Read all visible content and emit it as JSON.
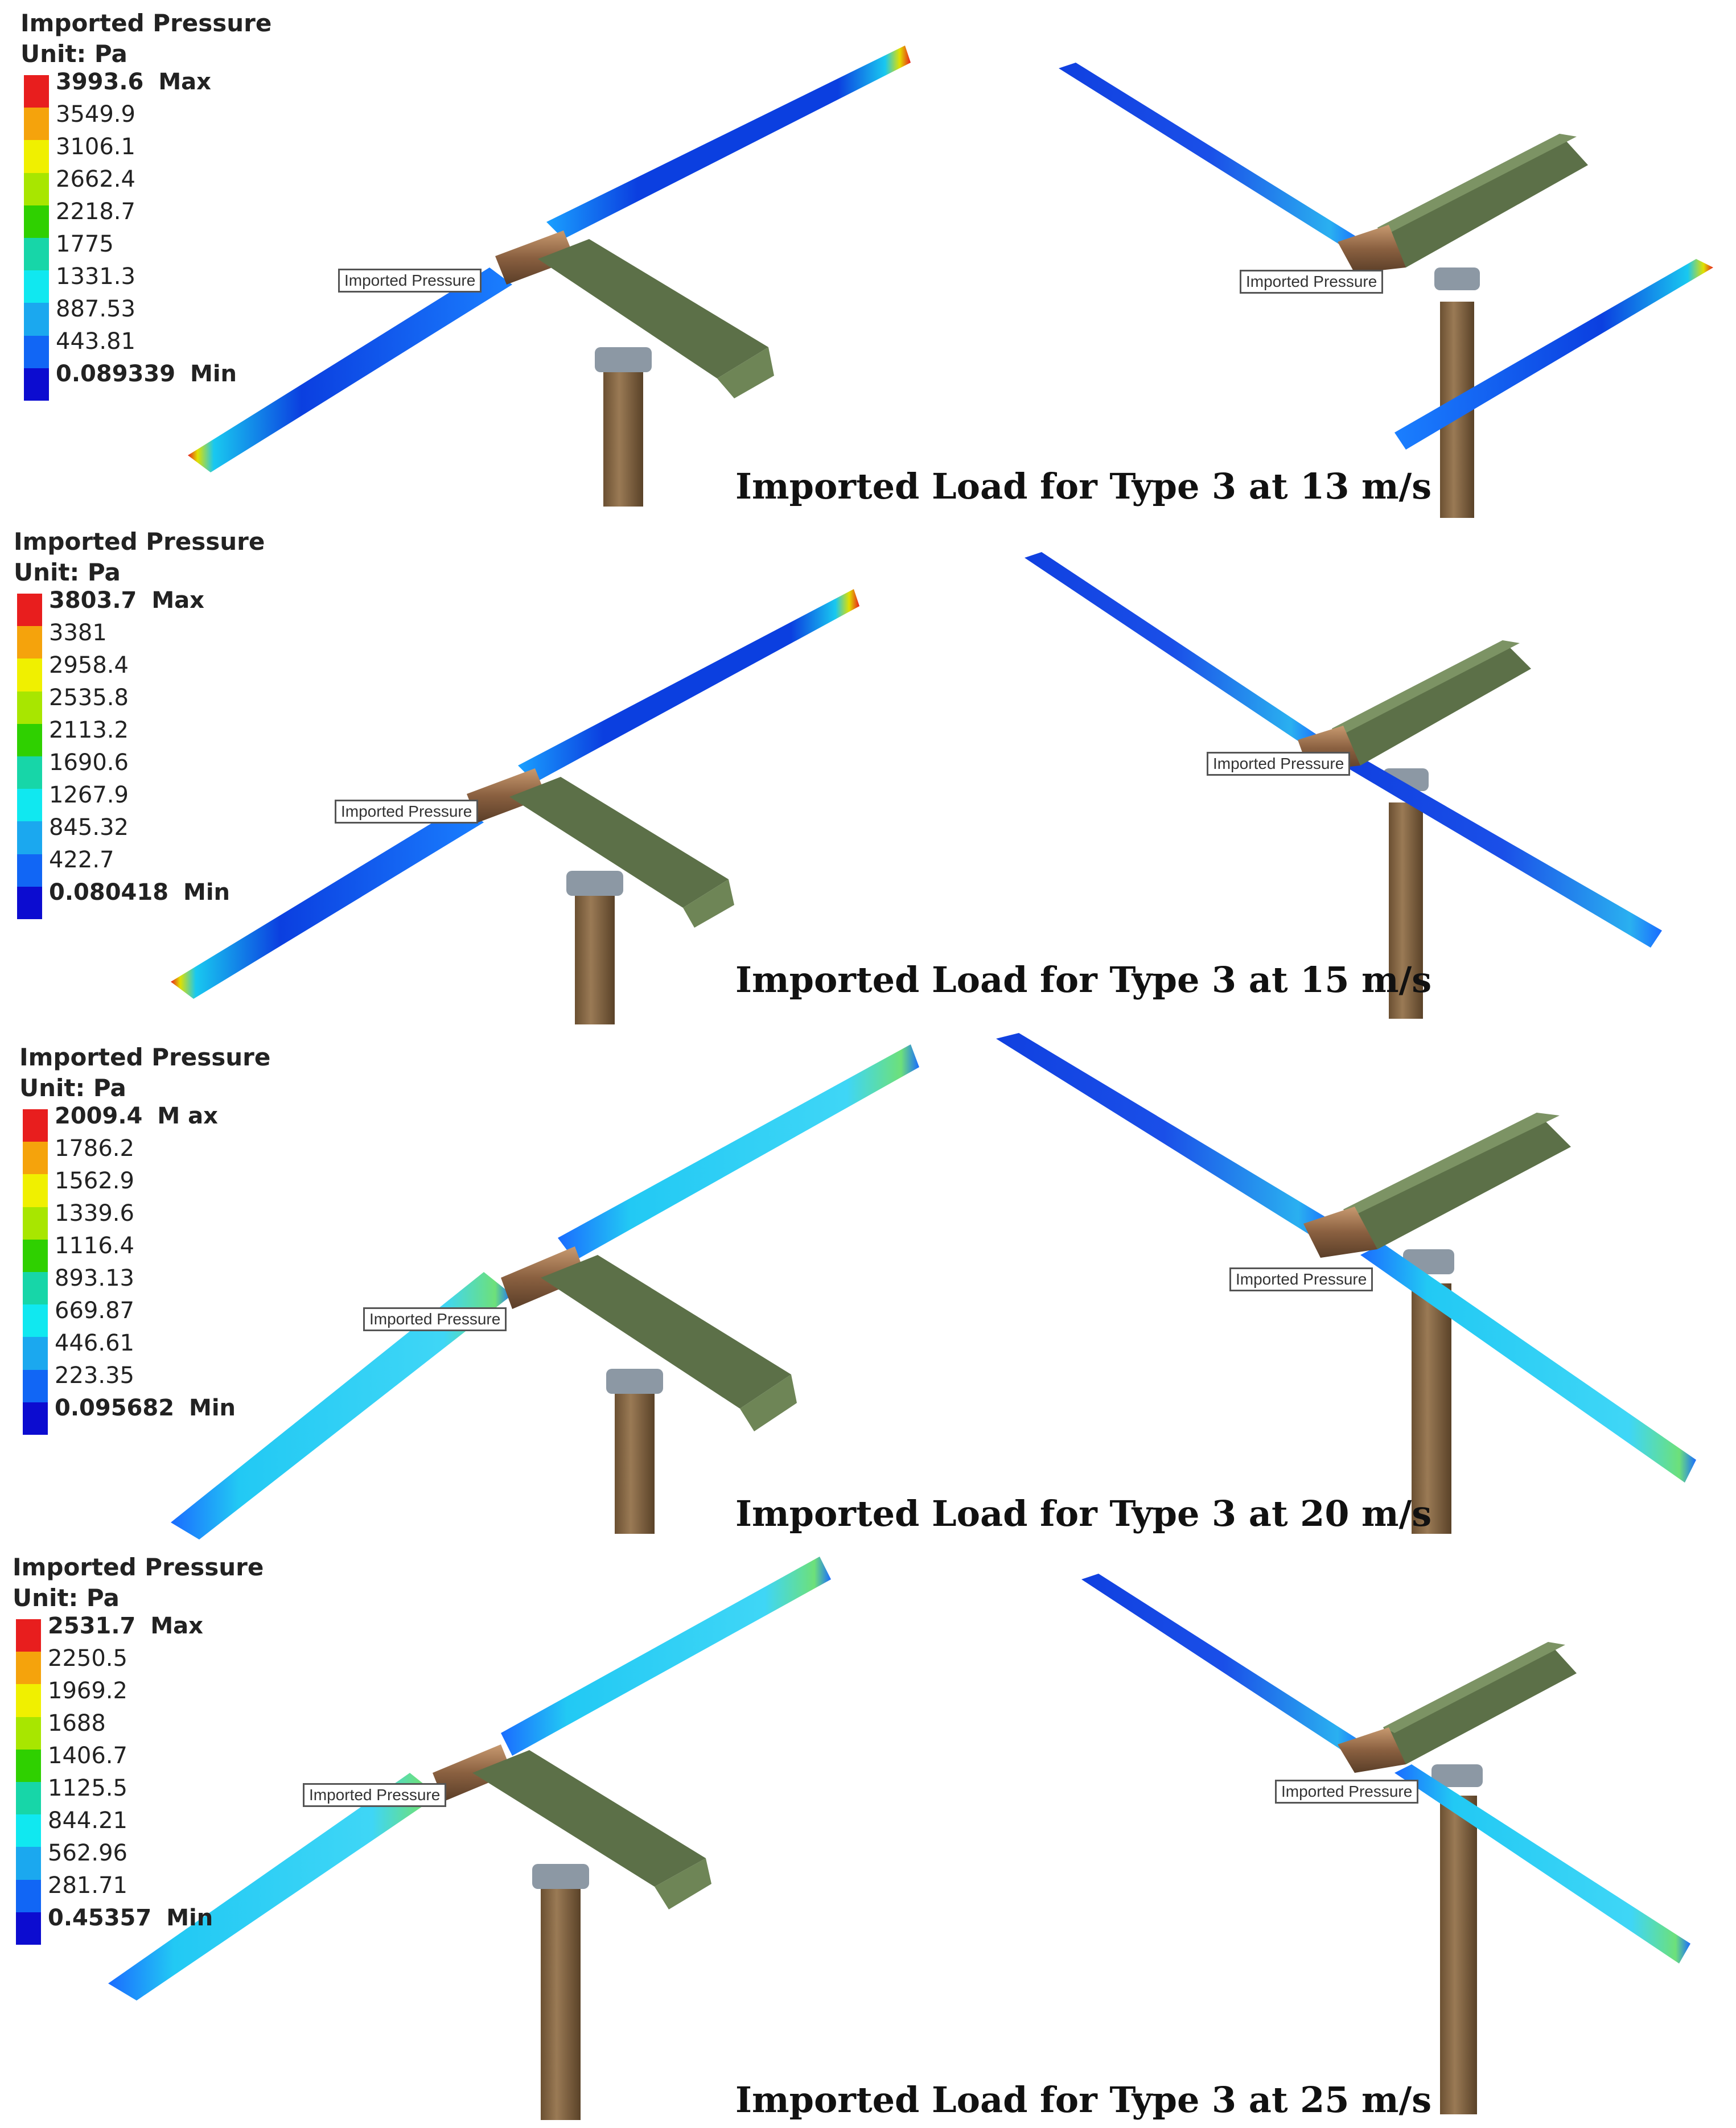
{
  "callout_text": "Imported Pressure",
  "legend_colors": [
    "#e81e1e",
    "#f5a30c",
    "#f0f000",
    "#a8e600",
    "#2fd000",
    "#17d6a8",
    "#10e8f0",
    "#1ba8ef",
    "#1166f5",
    "#0c0cd0"
  ],
  "panels": [
    {
      "legend_title": "Imported Pressure",
      "legend_unit": "Unit: Pa",
      "max_label": "Max",
      "min_label": "Min",
      "values": [
        "3993.6",
        "3549.9",
        "3106.1",
        "2662.4",
        "2218.7",
        "1775",
        "1331.3",
        "887.53",
        "443.81",
        "0.089339"
      ],
      "caption": "Imported Load for Type 3 at 13 m/s"
    },
    {
      "legend_title": "Imported Pressure",
      "legend_unit": "Unit: Pa",
      "max_label": "Max",
      "min_label": "Min",
      "values": [
        "3803.7",
        "3381",
        "2958.4",
        "2535.8",
        "2113.2",
        "1690.6",
        "1267.9",
        "845.32",
        "422.7",
        "0.080418"
      ],
      "caption": "Imported Load for Type 3 at 15 m/s"
    },
    {
      "legend_title": "Imported Pressure",
      "legend_unit": "Unit: Pa",
      "max_label": "M ax",
      "min_label": "Min",
      "values": [
        "2009.4",
        "1786.2",
        "1562.9",
        "1339.6",
        "1116.4",
        "893.13",
        "669.87",
        "446.61",
        "223.35",
        "0.095682"
      ],
      "caption": "Imported Load for Type 3 at 20 m/s"
    },
    {
      "legend_title": "Imported Pressure",
      "legend_unit": "Unit: Pa",
      "max_label": "Max",
      "min_label": "Min",
      "values": [
        "2531.7",
        "2250.5",
        "1969.2",
        "1688",
        "1406.7",
        "1125.5",
        "844.21",
        "562.96",
        "281.71",
        "0.45357"
      ],
      "caption": "Imported Load for Type 3 at 25 m/s"
    }
  ]
}
